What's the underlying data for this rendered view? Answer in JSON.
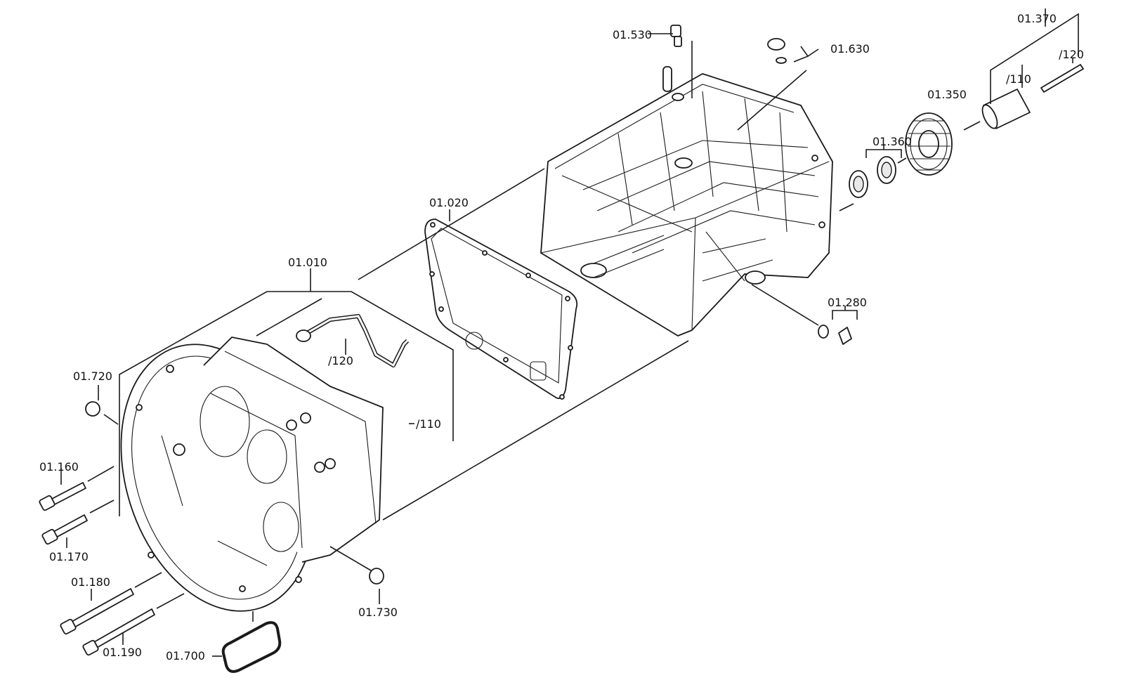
{
  "labels": {
    "p01_530": "01.530",
    "p01_630": "01.630",
    "p01_370": "01.370",
    "p01_370_120": "/120",
    "p01_370_110": "/110",
    "p01_350": "01.350",
    "p01_360": "01.360",
    "p01_020": "01.020",
    "p01_010": "01.010",
    "p01_010_120": "/120",
    "p01_010_110": "/110",
    "p01_720": "01.720",
    "p01_160": "01.160",
    "p01_170": "01.170",
    "p01_180": "01.180",
    "p01_190": "01.190",
    "p01_700": "01.700",
    "p01_730": "01.730",
    "p01_280": "01.280"
  }
}
